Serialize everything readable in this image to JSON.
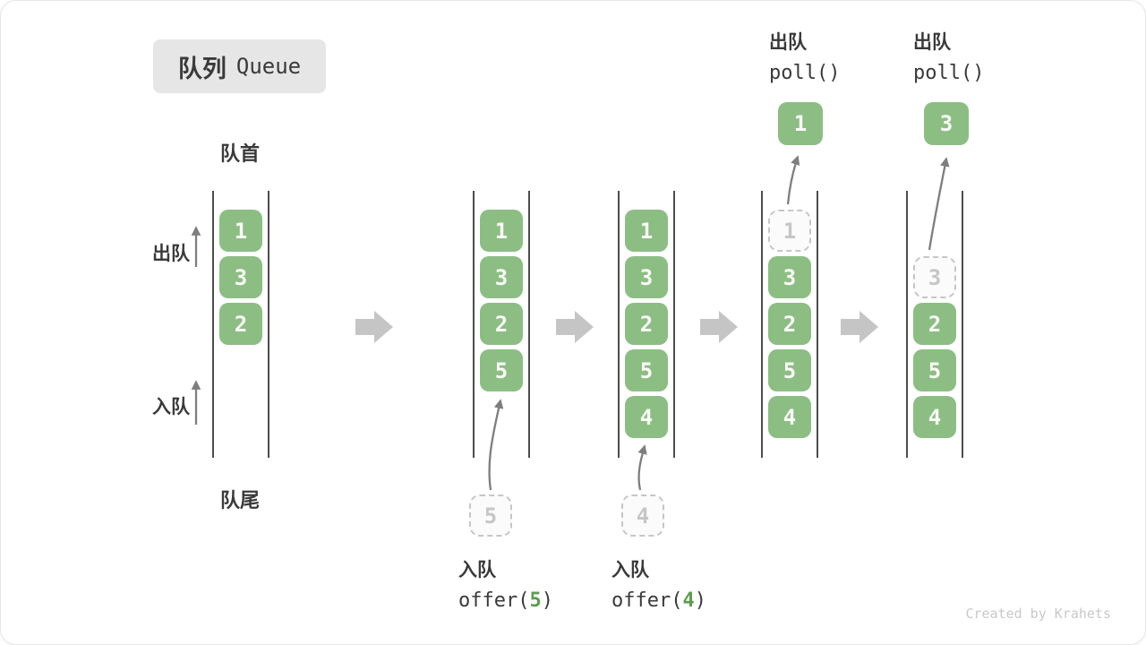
{
  "title": {
    "zh": "队列",
    "en": "Queue"
  },
  "side_labels": {
    "front": "队首",
    "rear": "队尾",
    "dequeue": "出队",
    "enqueue": "入队"
  },
  "operations": {
    "offers": [
      {
        "zh": "入队",
        "code_pre": "offer(",
        "arg": "5",
        "code_post": ")"
      },
      {
        "zh": "入队",
        "code_pre": "offer(",
        "arg": "4",
        "code_post": ")"
      }
    ],
    "polls": [
      {
        "zh": "出队",
        "code": "poll()"
      },
      {
        "zh": "出队",
        "code": "poll()"
      }
    ]
  },
  "queue_states": [
    {
      "cells": [
        {
          "slot": 0,
          "value": "1"
        },
        {
          "slot": 1,
          "value": "3"
        },
        {
          "slot": 2,
          "value": "2"
        }
      ]
    },
    {
      "cells": [
        {
          "slot": 0,
          "value": "1"
        },
        {
          "slot": 1,
          "value": "3"
        },
        {
          "slot": 2,
          "value": "2"
        },
        {
          "slot": 3,
          "value": "5"
        }
      ],
      "incoming_value": "5"
    },
    {
      "cells": [
        {
          "slot": 0,
          "value": "1"
        },
        {
          "slot": 1,
          "value": "3"
        },
        {
          "slot": 2,
          "value": "2"
        },
        {
          "slot": 3,
          "value": "5"
        },
        {
          "slot": 4,
          "value": "4"
        }
      ],
      "incoming_value": "4"
    },
    {
      "cells": [
        {
          "slot": 0,
          "value": "1",
          "dashed": true
        },
        {
          "slot": 1,
          "value": "3"
        },
        {
          "slot": 2,
          "value": "2"
        },
        {
          "slot": 3,
          "value": "5"
        },
        {
          "slot": 4,
          "value": "4"
        }
      ],
      "outgoing_value": "1"
    },
    {
      "cells": [
        {
          "slot": 1,
          "value": "3",
          "dashed": true
        },
        {
          "slot": 2,
          "value": "2"
        },
        {
          "slot": 3,
          "value": "5"
        },
        {
          "slot": 4,
          "value": "4"
        }
      ],
      "outgoing_value": "3"
    }
  ],
  "credit": "Created by Krahets",
  "colors": {
    "box_green": "#8CBE84",
    "box_digit": "#FBFBF8",
    "arg_green": "#5E9C50",
    "dashed_border": "#C6C6C6",
    "dashed_digit": "#C6C6C6",
    "wall": "#4D4D4D",
    "thin_arrow": "#7E7E7E",
    "block_arrow": "#C5C5C5",
    "text_dark": "#3A3A3A",
    "title_bg": "#E6E6E6",
    "credit_gray": "#C9C9C9"
  }
}
